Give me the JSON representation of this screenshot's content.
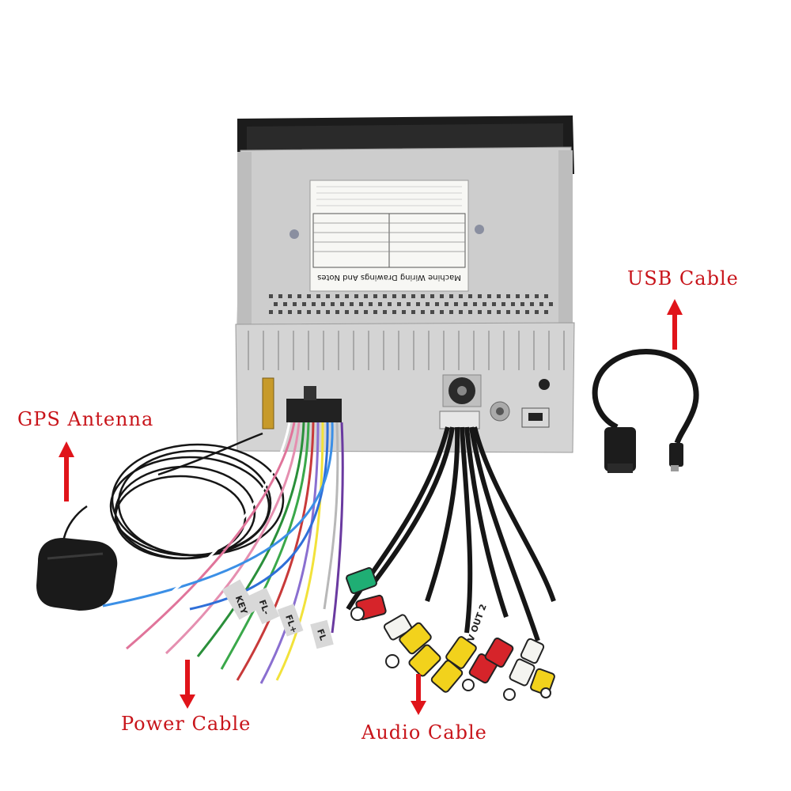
{
  "labels": {
    "usb": "USB Cable",
    "gps": "GPS Antenna",
    "power": "Power Cable",
    "audio": "Audio Cable"
  },
  "sticker": {
    "title": "Machine Wiring Drawings And Notes"
  },
  "wire_tags": [
    "KEY",
    "FL-",
    "FL+",
    "V OUT 2",
    "FL"
  ],
  "colors": {
    "callout_text": "#c8141a",
    "arrow": "#e0141a",
    "chassis": "#c9c9c9",
    "wire_black": "#161616",
    "rca_yellow": "#f2d21c",
    "rca_red": "#d6242a",
    "rca_white": "#f4f4f0",
    "rca_green": "#1fae74"
  },
  "icons": {
    "callout_arrow": "arrow-icon"
  }
}
